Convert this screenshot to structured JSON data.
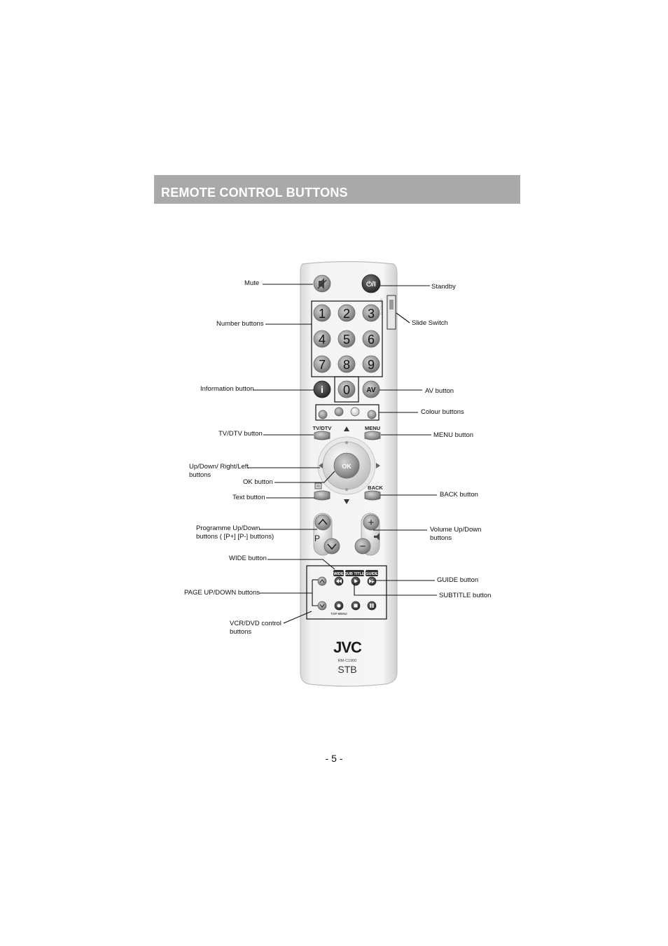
{
  "header": {
    "title": "REMOTE CONTROL BUTTONS"
  },
  "footer": {
    "page_number": "- 5 -"
  },
  "remote": {
    "brand": "JVC",
    "model": "RM-C1900",
    "device": "STB",
    "power_symbol": "⏻/I",
    "numbers": [
      "1",
      "2",
      "3",
      "4",
      "5",
      "6",
      "7",
      "8",
      "9",
      "0"
    ],
    "info_symbol": "i",
    "av_label": "AV",
    "tv_dtv_label": "TV/DTV",
    "menu_label": "MENU",
    "ok_label": "OK",
    "back_label": "BACK",
    "programme_label": "P",
    "volume_plus": "+",
    "volume_minus": "−",
    "wide_label": "WIDE",
    "subtitle_label": "SUB TITLE",
    "guide_label": "GUIDE",
    "top_menu_label": "TOP MENU"
  },
  "labels": {
    "mute": "Mute",
    "number_buttons": "Number buttons",
    "information_button": "Information button",
    "tv_dtv_button": "TV/DTV button",
    "updown_line1": "Up/Down/ Right/Left",
    "updown_line2": "buttons",
    "ok_button": "OK button",
    "text_button": "Text button",
    "programme_line1": "Programme Up/Down",
    "programme_line2": "buttons ( [P+] [P-] buttons)",
    "wide_button": "WIDE button",
    "page_updown": "PAGE UP/DOWN buttons",
    "vcr_line1": "VCR/DVD control",
    "vcr_line2": "buttons",
    "standby": "Standby",
    "slide_switch": "Slide Switch",
    "av_button": "AV button",
    "colour_buttons": "Colour buttons",
    "menu_button": "MENU button",
    "back_button": "BACK button",
    "volume_line1": "Volume Up/Down",
    "volume_line2": "buttons",
    "guide_button": "GUIDE button",
    "subtitle_button": "SUBTITLE button"
  },
  "colors": {
    "title_bar": "#a9a9a9",
    "remote_body": "#f1f1f1",
    "button_grey": "#8e8e8e",
    "button_dark": "#3a3a3a"
  }
}
